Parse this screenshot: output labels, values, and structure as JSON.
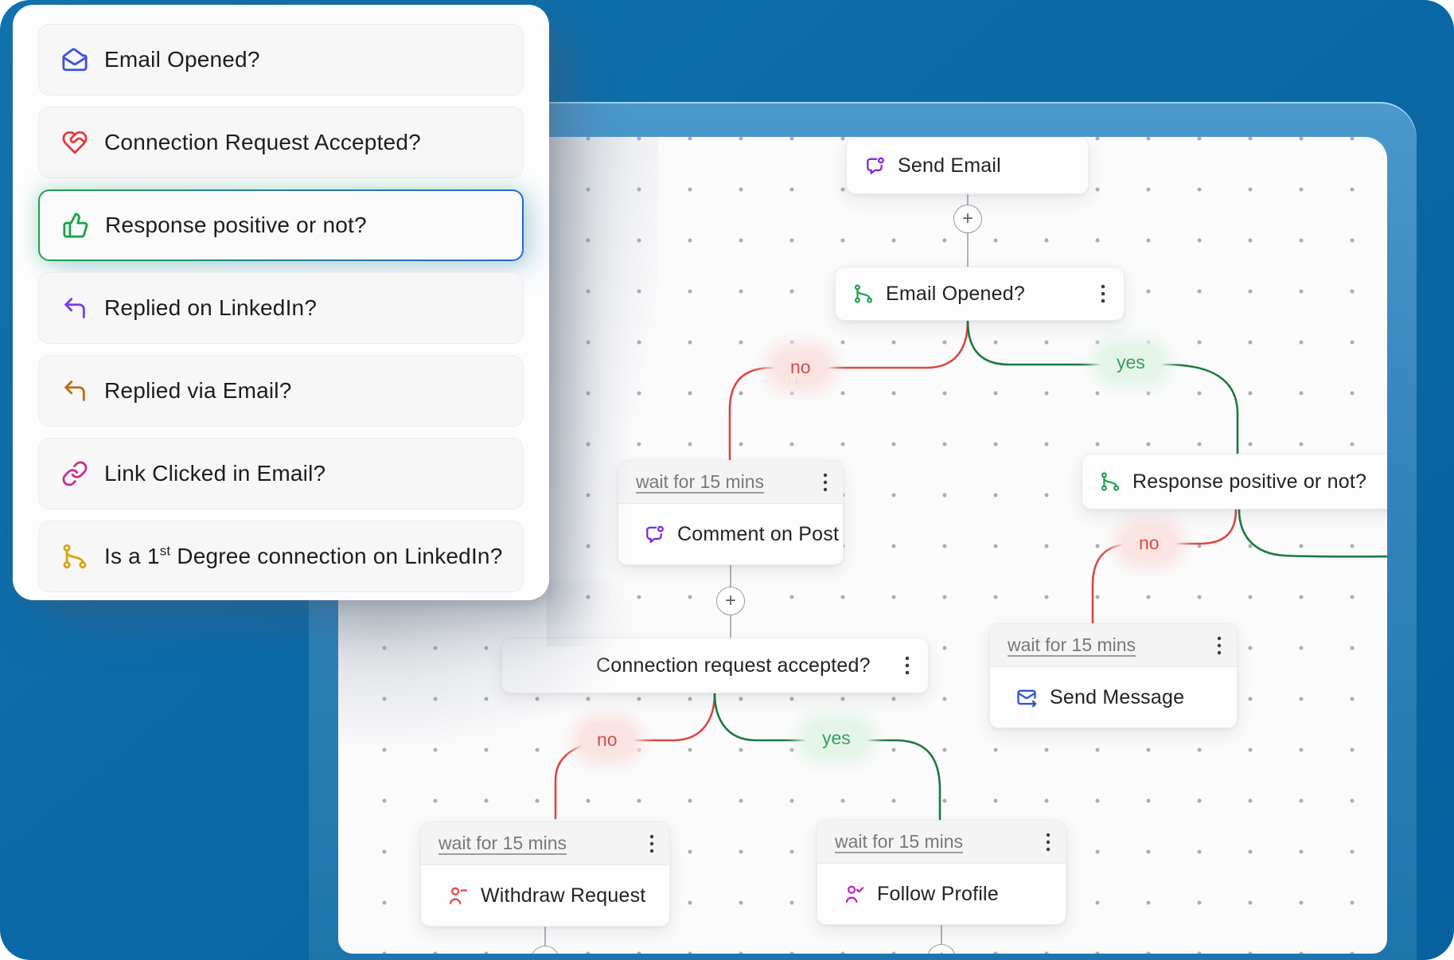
{
  "sidebar": {
    "items": [
      {
        "label": "Email Opened?",
        "icon": "mail-open-icon",
        "icon_color": "#3B55D6"
      },
      {
        "label": "Connection Request Accepted?",
        "icon": "heart-handshake-icon",
        "icon_color": "#E23B3B"
      },
      {
        "label": "Response positive or not?",
        "icon": "thumbs-up-icon",
        "icon_color": "#18A349",
        "selected": true
      },
      {
        "label": "Replied on LinkedIn?",
        "icon": "reply-arrow-icon",
        "icon_color": "#7C3AED"
      },
      {
        "label": "Replied via Email?",
        "icon": "reply-arrow-icon",
        "icon_color": "#BE6A15"
      },
      {
        "label": "Link Clicked in Email?",
        "icon": "link-icon",
        "icon_color": "#C22F8E"
      },
      {
        "label_prefix": "Is a 1",
        "label_sup": "st",
        "label_rest": " Degree connection on LinkedIn?",
        "icon": "branch-icon",
        "icon_color": "#D9A414"
      }
    ]
  },
  "canvas": {
    "wait_header": "wait for 15 mins",
    "branch_labels": {
      "yes": "yes",
      "no": "no"
    },
    "nodes": {
      "send_email": {
        "label": "Send Email",
        "icon": "chat-bubble-icon",
        "icon_color": "#7C22DF"
      },
      "email_opened": {
        "label": "Email Opened?",
        "icon": "branch-icon",
        "icon_color": "#1AA24B"
      },
      "comment_on_post": {
        "label": "Comment on Post",
        "icon": "chat-bubble-icon",
        "icon_color": "#7C22DF"
      },
      "connection_accepted": {
        "label": "Connection request accepted?"
      },
      "response_positive": {
        "label": "Response positive or not?",
        "icon": "branch-icon",
        "icon_color": "#1AA24B"
      },
      "send_message": {
        "label": "Send Message",
        "icon": "mail-send-icon",
        "icon_color": "#2F55D6"
      },
      "withdraw_request": {
        "label": "Withdraw Request",
        "icon": "person-minus-icon",
        "icon_color": "#E14B4B"
      },
      "follow_profile": {
        "label": "Follow Profile",
        "icon": "person-check-icon",
        "icon_color": "#B928C8"
      }
    },
    "colors": {
      "line_gray": "#9ba1a8",
      "line_red": "#dd4741",
      "line_green": "#1b7a3d",
      "pill_no_bg": "#fae4e2",
      "pill_no_text": "#d2504a",
      "pill_yes_bg": "#e4f5e8",
      "pill_yes_text": "#35a05b"
    }
  }
}
